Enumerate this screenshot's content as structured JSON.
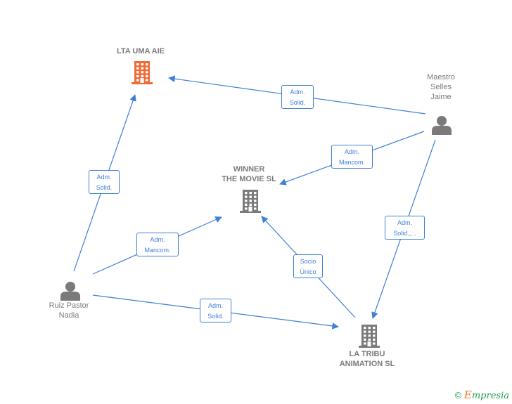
{
  "colors": {
    "edge": "#3f7fd4",
    "highlight_company": "#f06a35",
    "company": "#7a7a7a",
    "person": "#7a7a7a"
  },
  "nodes": [
    {
      "id": "lta",
      "type": "company",
      "label": "LTA UMA AIE",
      "highlight": true,
      "icon": "building-icon"
    },
    {
      "id": "winner",
      "type": "company",
      "label": "WINNER\nTHE MOVIE  SL",
      "highlight": false,
      "icon": "building-icon"
    },
    {
      "id": "latribu",
      "type": "company",
      "label": "LA TRIBU\nANIMATION  SL",
      "highlight": false,
      "icon": "building-icon"
    },
    {
      "id": "maestro",
      "type": "person",
      "label": "Maestro\nSelles\nJaime",
      "icon": "person-icon"
    },
    {
      "id": "ruiz",
      "type": "person",
      "label": "Ruiz Pastor\nNadia",
      "icon": "person-icon"
    }
  ],
  "edges": [
    {
      "from": "maestro",
      "to": "lta",
      "label": "Adm.\nSolid."
    },
    {
      "from": "maestro",
      "to": "winner",
      "label": "Adm.\nMancom."
    },
    {
      "from": "maestro",
      "to": "latribu",
      "label": "Adm.\nSolid.,..."
    },
    {
      "from": "ruiz",
      "to": "lta",
      "label": "Adm.\nSolid."
    },
    {
      "from": "ruiz",
      "to": "winner",
      "label": "Adm.\nMancom."
    },
    {
      "from": "ruiz",
      "to": "latribu",
      "label": "Adm.\nSolid."
    },
    {
      "from": "latribu",
      "to": "winner",
      "label": "Socio\nÚnico"
    }
  ],
  "brand": {
    "copyright": "©",
    "initial": "E",
    "rest": "mpresia"
  }
}
